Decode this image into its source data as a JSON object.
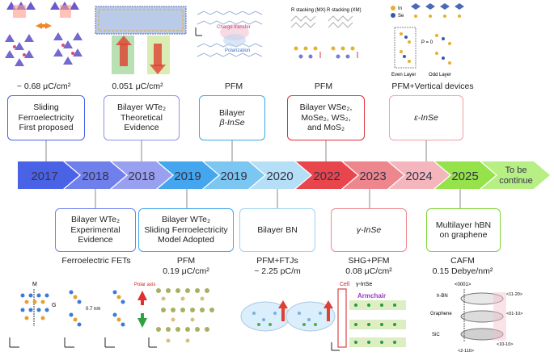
{
  "top_captions": [
    {
      "text": "~ 0.68 μC/cm²"
    },
    {
      "text": "0.051 μC/cm²"
    },
    {
      "text": "PFM"
    },
    {
      "text": "PFM"
    },
    {
      "text": "PFM+Vertical devices"
    }
  ],
  "top_boxes": [
    {
      "lines": [
        "Sliding",
        "Ferroelectricity",
        "First proposed"
      ],
      "color": "#4a63e6"
    },
    {
      "lines": [
        "Bilayer WTe₂",
        "Theoretical",
        "Evidence"
      ],
      "color": "#8e8ff0"
    },
    {
      "lines": [
        "Bilayer",
        "β-InSe"
      ],
      "color": "#3aa8e8"
    },
    {
      "lines": [
        "Bilayer WSe₂,",
        "MoSe₂, WS₂,",
        "and MoS₂"
      ],
      "color": "#e0303a"
    },
    {
      "lines": [
        "ε-InSe"
      ],
      "color": "#f0a0a8"
    }
  ],
  "timeline": [
    {
      "label": "2017",
      "color": "#4a63e6"
    },
    {
      "label": "2018",
      "color": "#6f7fec"
    },
    {
      "label": "2018",
      "color": "#9aa0f0"
    },
    {
      "label": "2019",
      "color": "#43a6ee"
    },
    {
      "label": "2019",
      "color": "#7cc6f2"
    },
    {
      "label": "2020",
      "color": "#b5def7"
    },
    {
      "label": "2022",
      "color": "#e8454c"
    },
    {
      "label": "2023",
      "color": "#ee868d"
    },
    {
      "label": "2024",
      "color": "#f4b6bc"
    },
    {
      "label": "2025",
      "color": "#95e24a"
    },
    {
      "label_lines": [
        "To be",
        "continue"
      ],
      "color": "#b7ef84"
    }
  ],
  "bottom_boxes": [
    {
      "lines": [
        "Bilayer WTe₂",
        "Experimental",
        "Evidence"
      ],
      "color": "#6f7fec"
    },
    {
      "lines": [
        "Bilayer WTe₂",
        "Sliding Ferroelectricity",
        "Model Adopted"
      ],
      "color": "#43a6ee"
    },
    {
      "lines": [
        "Bilayer BN"
      ],
      "color": "#9fd3f4"
    },
    {
      "lines": [
        "γ-InSe"
      ],
      "color": "#ee868d"
    },
    {
      "lines": [
        "Multilayer hBN",
        "on graphene"
      ],
      "color": "#7fd63a"
    }
  ],
  "bottom_captions": [
    {
      "lines": [
        "Ferroelectric FETs"
      ]
    },
    {
      "lines": [
        "PFM",
        "0.19 μC/cm²"
      ]
    },
    {
      "lines": [
        "PFM+FTJs",
        "~ 2.25 pC/m"
      ]
    },
    {
      "lines": [
        "SHG+PFM",
        "0.08 μC/cm²"
      ]
    },
    {
      "lines": [
        "CAFM",
        "0.15 Debye/nm²"
      ]
    }
  ],
  "figure_labels": {
    "charge_transfer": "Charge transfer",
    "polarization": "Polarization",
    "r_stacking_mx": "R stacking (MX)",
    "r_stacking_xm": "R stacking (XM)",
    "in_label": "In",
    "se_label": "Se",
    "even_layer": "Even Layer",
    "odd_layer": "Odd Layer",
    "p_zero": "P = 0",
    "polar_axis": "Polar axis",
    "cell": "Cell",
    "gamma_inse": "γ-InSe",
    "armchair": "Armchair",
    "hbn": "h-BN",
    "graphene": "Graphene",
    "sic": "SiC",
    "dir_0001": "<0001>",
    "dir_1120": "<11-20>",
    "dir_0110": "<01-10>",
    "dir_1010": "<10-10>",
    "dir_2110": "<2-110>",
    "m_label": "M",
    "g_label": "G",
    "dist": "0.7 nm"
  }
}
